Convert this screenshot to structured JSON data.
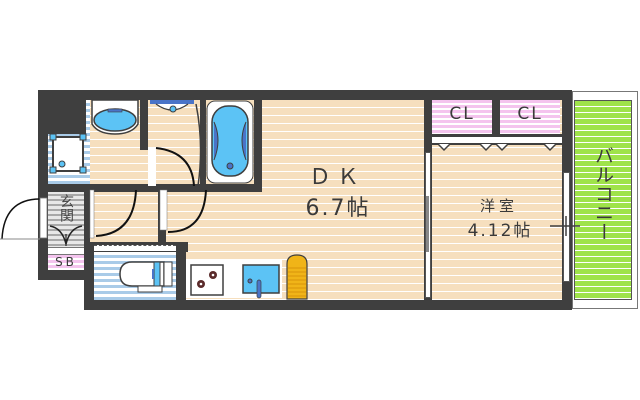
{
  "floorplan": {
    "rooms": {
      "dk": {
        "name": "ＤＫ",
        "size": "6.7帖"
      },
      "western_room": {
        "name": "洋室",
        "size": "4.12帖"
      },
      "balcony": {
        "name": "バルコニー"
      },
      "entrance": {
        "name": "玄関"
      },
      "closet_1": {
        "name": "CL"
      },
      "closet_2": {
        "name": "CL"
      },
      "shoe_box": {
        "name": "SB"
      }
    },
    "colors": {
      "wall": "#3f3f3f",
      "wood_floor": "#f6dfbe",
      "wet_area": "#a9cbe8",
      "closet": "#f4c4ee",
      "balcony": "#9fe34a",
      "entrance": "#a8a8a8",
      "fixture_blue": "#5cc3f5",
      "fridge": "#f0b418"
    }
  }
}
